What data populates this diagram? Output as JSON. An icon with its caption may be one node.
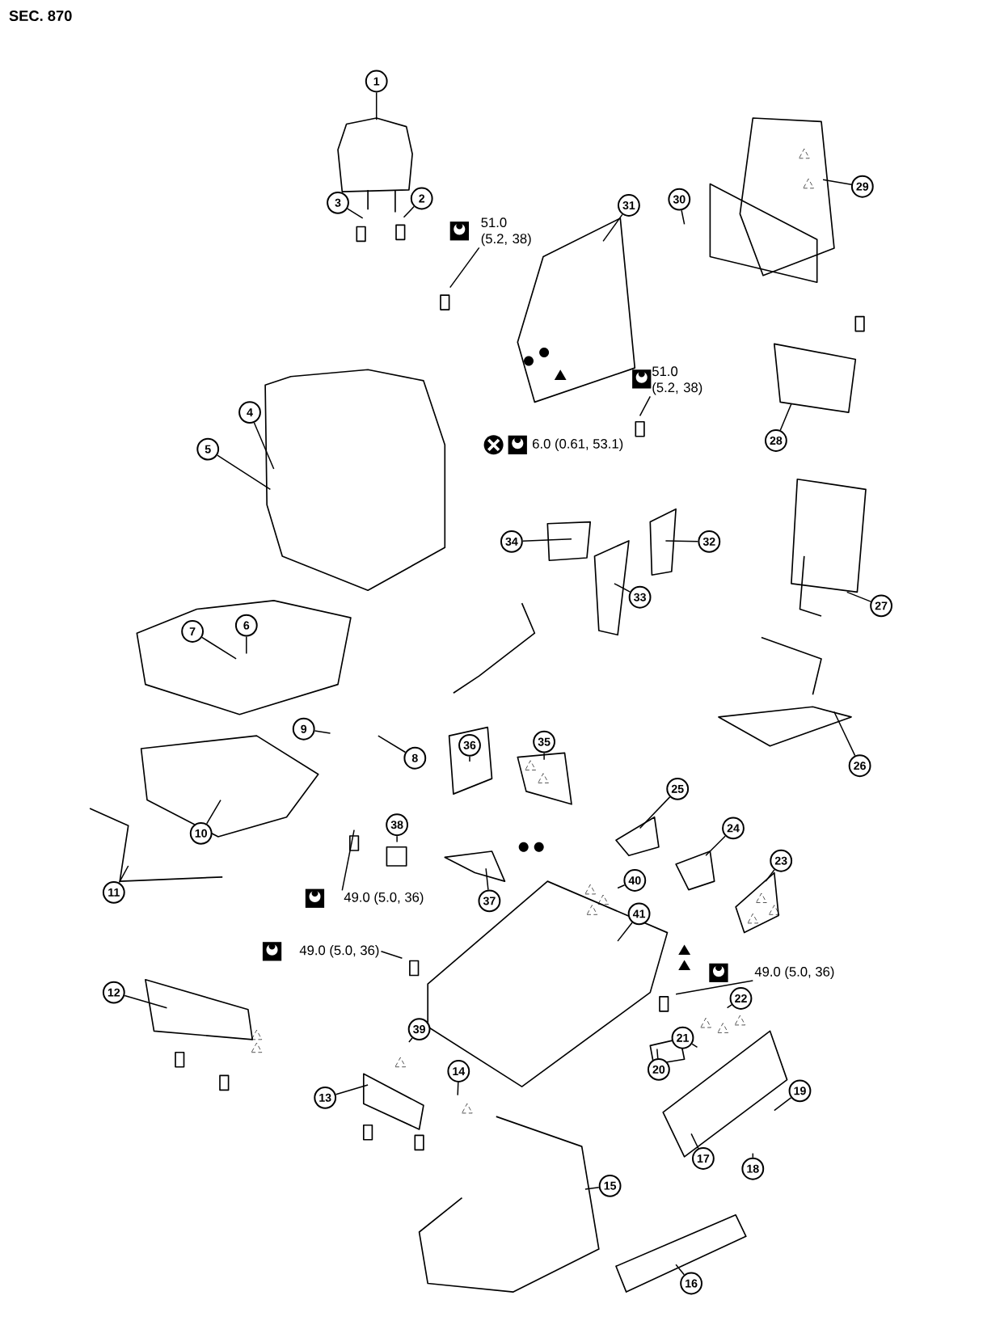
{
  "diagram": {
    "title": "SEC. 870",
    "nodes": [
      {
        "text": [
          "1"
        ]
      },
      {
        "text": [
          "2"
        ]
      },
      {
        "text": [
          "3"
        ]
      },
      {
        "text": [
          "4"
        ]
      },
      {
        "text": [
          "5"
        ]
      },
      {
        "text": [
          "6"
        ]
      },
      {
        "text": [
          "7"
        ]
      },
      {
        "text": [
          "8"
        ]
      },
      {
        "text": [
          "9"
        ]
      },
      {
        "text": [
          "10"
        ]
      },
      {
        "text": [
          "11"
        ]
      },
      {
        "text": [
          "12"
        ]
      },
      {
        "text": [
          "13"
        ]
      },
      {
        "text": [
          "14"
        ]
      },
      {
        "text": [
          "15"
        ]
      },
      {
        "text": [
          "16"
        ]
      },
      {
        "text": [
          "17"
        ]
      },
      {
        "text": [
          "18"
        ]
      },
      {
        "text": [
          "19"
        ]
      },
      {
        "text": [
          "20"
        ]
      },
      {
        "text": [
          "21"
        ]
      },
      {
        "text": [
          "22"
        ]
      },
      {
        "text": [
          "23"
        ]
      },
      {
        "text": [
          "24"
        ]
      },
      {
        "text": [
          "25"
        ]
      },
      {
        "text": [
          "26"
        ]
      },
      {
        "text": [
          "27"
        ]
      },
      {
        "text": [
          "28"
        ]
      },
      {
        "text": [
          "29"
        ]
      },
      {
        "text": [
          "30"
        ]
      },
      {
        "text": [
          "31"
        ]
      },
      {
        "text": [
          "32"
        ]
      },
      {
        "text": [
          "33"
        ]
      },
      {
        "text": [
          "34"
        ]
      },
      {
        "text": [
          "35"
        ]
      },
      {
        "text": [
          "36"
        ]
      },
      {
        "text": [
          "37"
        ]
      },
      {
        "text": [
          "38"
        ]
      },
      {
        "text": [
          "39"
        ]
      },
      {
        "text": [
          "40"
        ]
      },
      {
        "text": [
          "41"
        ]
      },
      {
        "text": [
          "51.0 (5.2, 38)"
        ]
      },
      {
        "text": [
          "51.0 (5.2, 38)"
        ]
      },
      {
        "text": [
          "49.0 (5.0, 36)"
        ]
      },
      {
        "text": [
          "49.0 (5.0, 36)"
        ]
      },
      {
        "text": [
          "49.0 (5.0, 36)"
        ]
      }
    ],
    "edges": [
      {
        "from": 0,
        "to": null,
        "arrow": "none"
      },
      {
        "from": 1,
        "to": null,
        "arrow": "none"
      },
      {
        "from": 2,
        "to": null,
        "arrow": "none"
      },
      {
        "from": 3,
        "to": null,
        "arrow": "none"
      },
      {
        "from": 4,
        "to": null,
        "arrow": "none"
      },
      {
        "from": 5,
        "to": null,
        "arrow": "none"
      },
      {
        "from": 6,
        "to": null,
        "arrow": "none"
      },
      {
        "from": 7,
        "to": null,
        "arrow": "none"
      },
      {
        "from": 8,
        "to": null,
        "arrow": "none"
      },
      {
        "from": 9,
        "to": null,
        "arrow": "none"
      },
      {
        "from": 10,
        "to": null,
        "arrow": "none"
      },
      {
        "from": 11,
        "to": null,
        "arrow": "none"
      },
      {
        "from": 12,
        "to": null,
        "arrow": "none"
      },
      {
        "from": 13,
        "to": null,
        "arrow": "none"
      },
      {
        "from": 14,
        "to": null,
        "arrow": "none"
      },
      {
        "from": 15,
        "to": null,
        "arrow": "none"
      },
      {
        "from": 16,
        "to": null,
        "arrow": "none"
      },
      {
        "from": 17,
        "to": null,
        "arrow": "none"
      },
      {
        "from": 18,
        "to": null,
        "arrow": "none"
      },
      {
        "from": 19,
        "to": null,
        "arrow": "none"
      },
      {
        "from": 20,
        "to": null,
        "arrow": "none"
      },
      {
        "from": 21,
        "to": null,
        "arrow": "none"
      },
      {
        "from": 22,
        "to": null,
        "arrow": "none"
      },
      {
        "from": 23,
        "to": null,
        "arrow": "none"
      },
      {
        "from": 24,
        "to": null,
        "arrow": "none"
      },
      {
        "from": 25,
        "to": null,
        "arrow": "none"
      },
      {
        "from": 26,
        "to": null,
        "arrow": "none"
      },
      {
        "from": 27,
        "to": null,
        "arrow": "none"
      },
      {
        "from": 28,
        "to": null,
        "arrow": "none"
      },
      {
        "from": 29,
        "to": null,
        "arrow": "none"
      },
      {
        "from": 30,
        "to": null,
        "arrow": "none"
      },
      {
        "from": 31,
        "to": null,
        "arrow": "none"
      },
      {
        "from": 32,
        "to": null,
        "arrow": "none"
      },
      {
        "from": 33,
        "to": null,
        "arrow": "none"
      },
      {
        "from": 34,
        "to": null,
        "arrow": "none"
      },
      {
        "from": 35,
        "to": null,
        "arrow": "none"
      },
      {
        "from": 36,
        "to": null,
        "arrow": "none"
      },
      {
        "from": 37,
        "to": null,
        "arrow": "none"
      },
      {
        "from": 38,
        "to": null,
        "arrow": "none"
      },
      {
        "from": 39,
        "to": null,
        "arrow": "none"
      },
      {
        "from": 40,
        "to": null,
        "arrow": "none"
      },
      {
        "from": 41,
        "to": null,
        "arrow": "none"
      },
      {
        "from": 42,
        "to": null,
        "arrow": "none"
      },
      {
        "from": 43,
        "to": null,
        "arrow": "none"
      },
      {
        "from": 44,
        "to": null,
        "arrow": "none"
      },
      {
        "from": 45,
        "to": null,
        "arrow": "none"
      }
    ],
    "labels": [
      "6.0 (0.61, 53.1)"
    ]
  }
}
